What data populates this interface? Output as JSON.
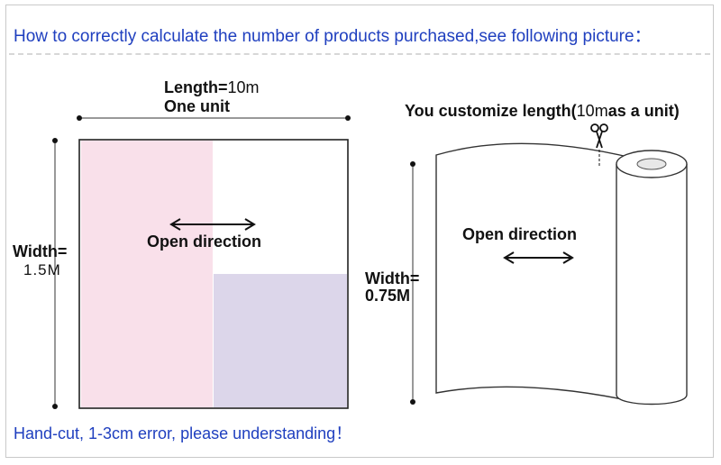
{
  "header": {
    "title": "How to correctly calculate the number of products purchased,see following picture："
  },
  "left_panel": {
    "length_label": "Length=",
    "length_value": "10m",
    "unit_label": "One unit",
    "width_label": "Width=",
    "width_value": "1.5M",
    "open_direction": "Open direction"
  },
  "right_panel": {
    "customize_prefix": "You customize length(",
    "customize_value": "10m",
    "customize_suffix": "as a unit)",
    "width_label": "Width=",
    "width_value": "0.75M",
    "open_direction": "Open direction"
  },
  "footer": {
    "note": "Hand-cut, 1-3cm error, please understanding！"
  },
  "colors": {
    "title_blue": "#1f3fbf",
    "pink_panel": "#f9e0ea",
    "lavender_panel": "#dcd6ea"
  },
  "icons": {
    "scissors": "scissors-icon"
  }
}
